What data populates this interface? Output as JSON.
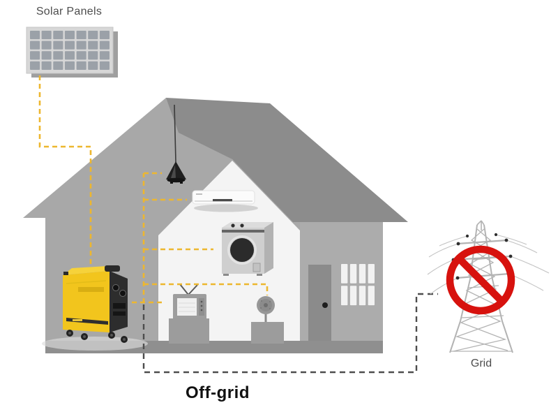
{
  "labels": {
    "solar_panels": "Solar Panels",
    "grid": "Grid",
    "title": "Off-grid"
  },
  "solar_panel": {
    "rows": 4,
    "cols": 7
  },
  "window": {
    "rows": 2,
    "cols": 4
  },
  "colors": {
    "wire_yellow": "#EDB72F",
    "wire_dark": "#4D4D4D",
    "prohibition_red": "#D7120E",
    "generator_yellow": "#F2C51D",
    "generator_dark": "#2D2D2D",
    "roof": "#8C8C8C",
    "wall": "#A8A8A8",
    "room": "#F4F4F4",
    "floor": "#8F8F8F",
    "tower": "#B3B3B3",
    "label_text": "#4D4D4D",
    "title_text": "#111111"
  },
  "connections": {
    "solar_to_generator": "dashed-yellow",
    "generator_powers": [
      "pendant-lamp",
      "air-conditioner",
      "washing-machine",
      "fan",
      "tv"
    ],
    "house_to_grid": "dashed-dark",
    "grid_status": "blocked"
  }
}
